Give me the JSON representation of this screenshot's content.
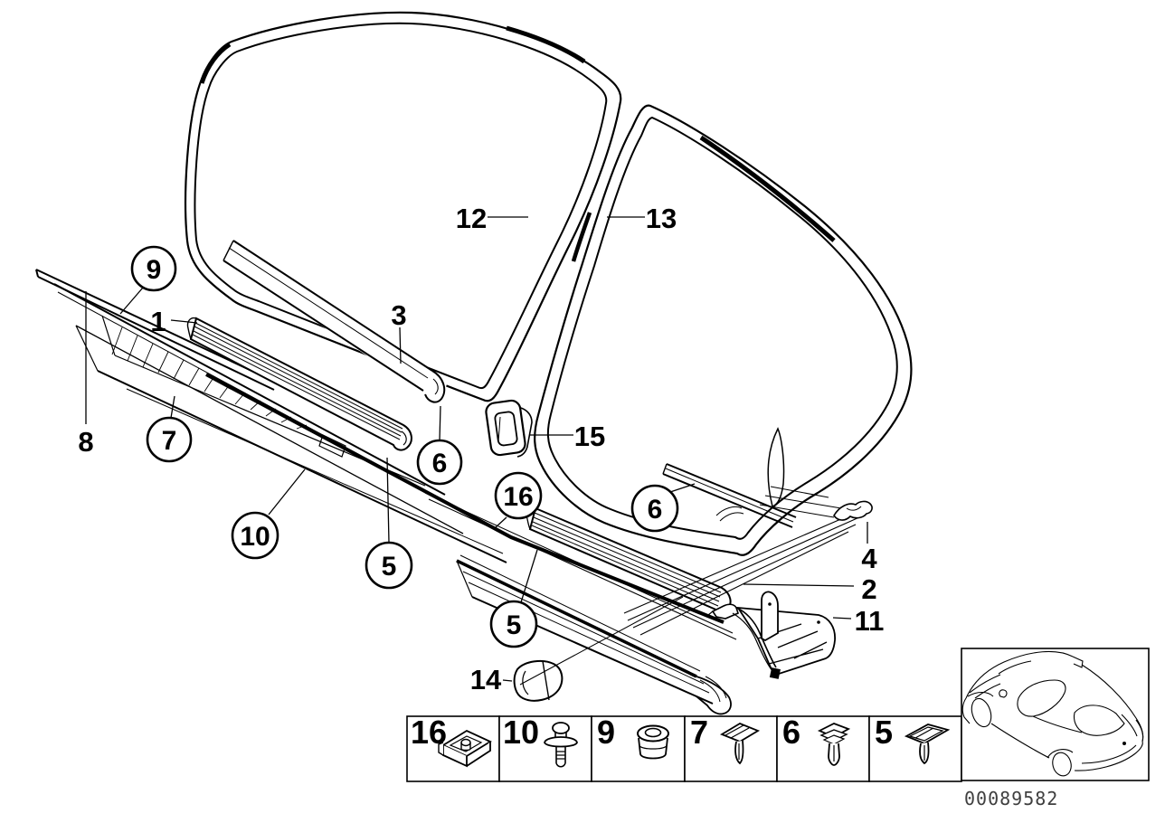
{
  "diagram": {
    "drawing_number": "00089582",
    "labels": {
      "entry_sill_strip": "1",
      "rear_lower_molding": "2",
      "door_sill_strip_front": "3",
      "channel_piece": "4",
      "rocker_strip": "8",
      "support_bracket": "11",
      "front_door_seal": "12",
      "rear_door_seal": "13",
      "cover_cap": "14",
      "grommet_plate": "15"
    },
    "callouts": {
      "front_grommet": "9",
      "front_band_clip": "7",
      "front_molding_rivet": "10",
      "front_sill_clip": "6",
      "front_strip_clip": "5",
      "rail_clip": "16",
      "rear_strip_clip": "5",
      "rear_sill_clip": "6"
    }
  },
  "legend": {
    "items": [
      {
        "number": "16",
        "icon": "cage-clip-icon"
      },
      {
        "number": "10",
        "icon": "expanding-rivet-icon"
      },
      {
        "number": "9",
        "icon": "grommet-icon"
      },
      {
        "number": "7",
        "icon": "trim-clip-icon"
      },
      {
        "number": "6",
        "icon": "snap-clip-icon"
      },
      {
        "number": "5",
        "icon": "moulding-clip-icon"
      }
    ]
  },
  "colors": {
    "line": "#000000",
    "background": "#ffffff",
    "id_text": "#3f3f3f"
  }
}
